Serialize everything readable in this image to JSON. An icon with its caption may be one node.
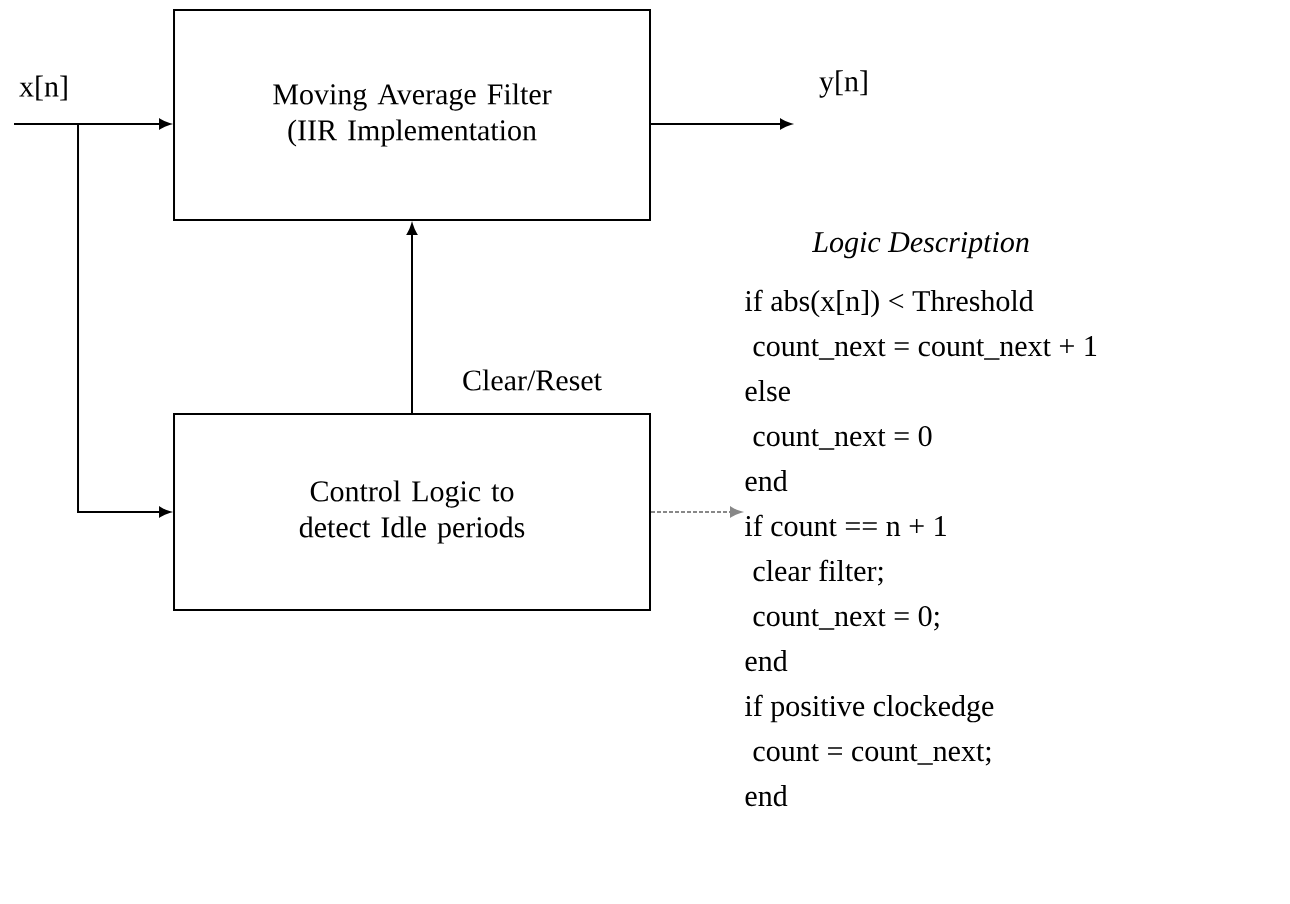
{
  "diagram": {
    "nodes": [
      {
        "text": [
          "Moving Average Filter (IIR Implementation"
        ]
      },
      {
        "text": [
          "Control Logic to detect Idle periods"
        ]
      },
      {
        "text": [
          "Logic Description",
          "if abs(x[n]) < Threshold",
          "count_next = count_next + 1",
          "else",
          "count_next = 0",
          "end",
          "if count == n + 1",
          "clear filter;",
          "count_next = 0;",
          "end",
          "if positive clockedge",
          "count = count_next;",
          "end"
        ]
      }
    ],
    "edges": [
      {
        "from": null,
        "to": 0,
        "arrow": "to",
        "label": "x[n]"
      },
      {
        "from": null,
        "to": 1,
        "arrow": "to"
      },
      {
        "from": 0,
        "to": null,
        "arrow": "to",
        "label": "y[n]"
      },
      {
        "from": 1,
        "to": 0,
        "arrow": "to",
        "label": "Clear/Reset"
      },
      {
        "from": 1,
        "to": 2,
        "arrow": "to",
        "style": "dashed",
        "color": "#888888"
      }
    ]
  }
}
